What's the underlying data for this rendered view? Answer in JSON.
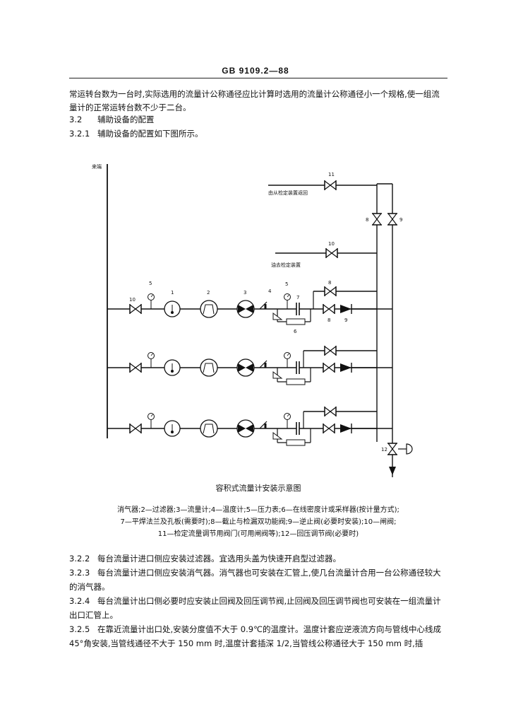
{
  "header": {
    "standard": "GB 9109.2—88"
  },
  "intro": {
    "para": "常运转台数为一台时,实际选用的流量计公称通径应比计算时选用的流量计公称通径小一个规格,使一组流量计的正常运转台数不少于二台。",
    "h_32_num": "3.2",
    "h_32_text": "辅助设备的配置",
    "h_321_num": "3.2.1",
    "h_321_text": "辅助设备的配置如下图所示。"
  },
  "diagram": {
    "label_header": "来端",
    "label_return": "由从检定装置返回",
    "label_to": "油去检定装置",
    "n1": "1",
    "n2": "2",
    "n3": "3",
    "n4": "4",
    "n5a": "5",
    "n5b": "5",
    "n6": "6",
    "n7": "7",
    "n8a": "8",
    "n8b": "8",
    "n8c": "8",
    "n9a": "9",
    "n9b": "9",
    "n10a": "10",
    "n10b": "10",
    "n11": "11",
    "n12": "12"
  },
  "caption": {
    "title": "容积式流量计安装示意图",
    "line1": "消气器;2—过滤器;3—流量计;4—温度计;5—压力表;6—在线密度计或采样器(按计量方式);",
    "line2": "7—平焊法兰及孔板(需要时);8—截止与检漏双功能阀;9—逆止阀(必要时安装);10—闸阀;",
    "line3": "11—检定流量调节用阀门(可用闸阀等);12—回压调节阀(必要时)"
  },
  "body": {
    "s322_num": "3.2.2",
    "s322": "每台流量计进口侧应安装过滤器。宜选用头盖为快速开启型过滤器。",
    "s323_num": "3.2.3",
    "s323": "每台流量计进口侧应安装消气器。消气器也可安装在汇管上,使几台流量计合用一台公称通径较大的消气器。",
    "s324_num": "3.2.4",
    "s324": "每台流量计出口侧必要时应安装止回阀及回压调节阀,止回阀及回压调节阀也可安装在一组流量计出口汇管上。",
    "s325_num": "3.2.5",
    "s325": "在靠近流量计出口处,安装分度值不大于 0.9℃的温度计。温度计套应逆液流方向与管线中心线成45°角安装,当管线通径不大于 150 mm 时,温度计套插深 1/2,当管线公称通径大于 150 mm 时,插"
  }
}
